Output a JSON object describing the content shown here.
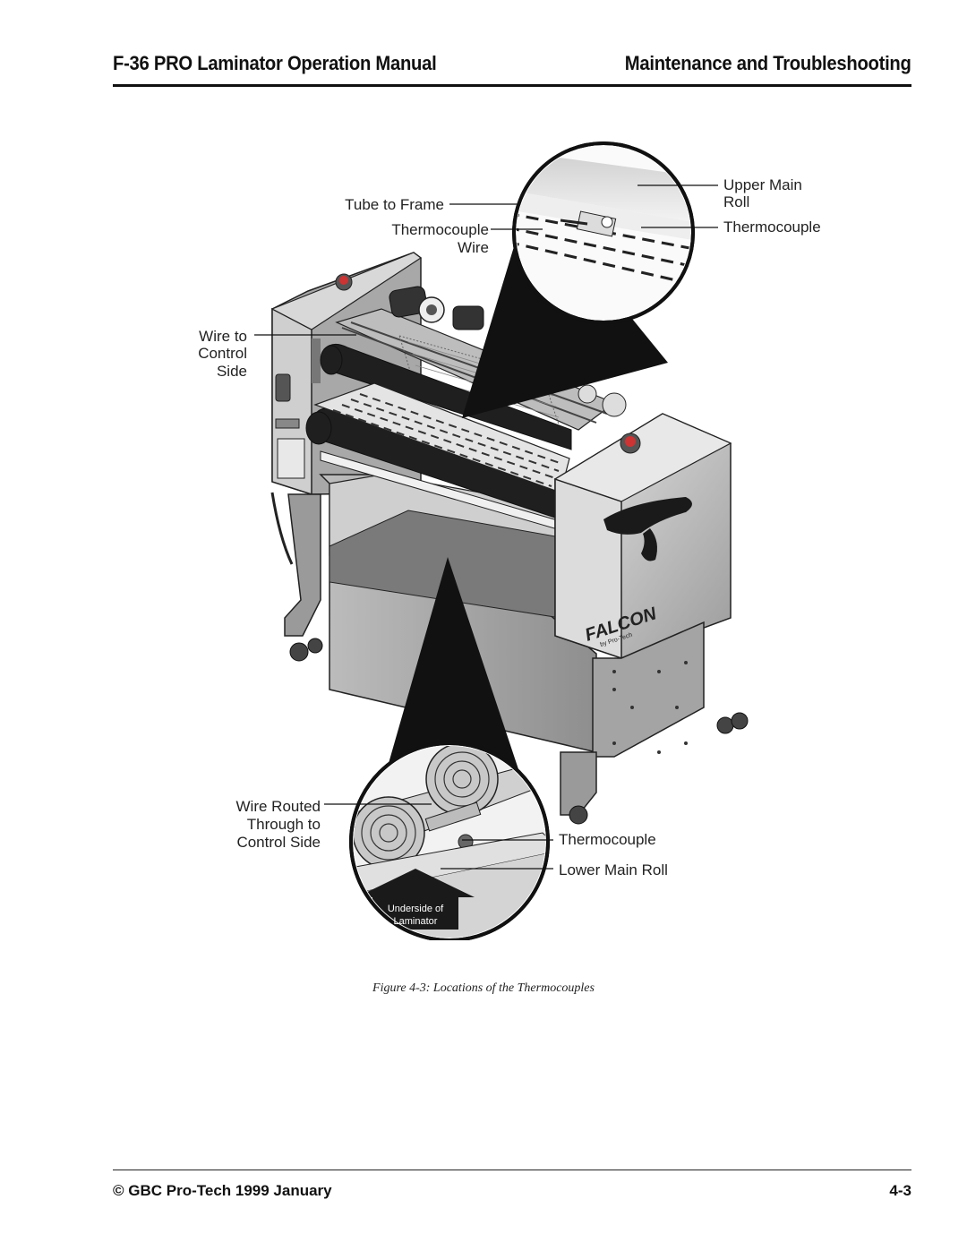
{
  "header": {
    "manual_title": "F-36 PRO Laminator Operation Manual",
    "section_title": "Maintenance and Troubleshooting"
  },
  "figure": {
    "callouts": {
      "tube_to_frame": "Tube to Frame",
      "thermocouple_wire_1": "Thermocouple",
      "thermocouple_wire_2": "Wire",
      "upper_main_roll_1": "Upper Main",
      "upper_main_roll_2": "Roll",
      "upper_thermocouple": "Thermocouple",
      "wire_to_control_1": "Wire to",
      "wire_to_control_2": "Control",
      "wire_to_control_3": "Side",
      "wire_routed_1": "Wire Routed",
      "wire_routed_2": "Through to",
      "wire_routed_3": "Control Side",
      "lower_thermocouple": "Thermocouple",
      "lower_main_roll": "Lower Main Roll",
      "underside_1": "Underside of",
      "underside_2": "Laminator"
    },
    "logo_text": "FALCON",
    "logo_sub": "by Pro-Tech",
    "caption": "Figure 4-3: Locations of the Thermocouples"
  },
  "footer": {
    "copyright": "© GBC Pro-Tech 1999 January",
    "page_number": "4-3"
  }
}
